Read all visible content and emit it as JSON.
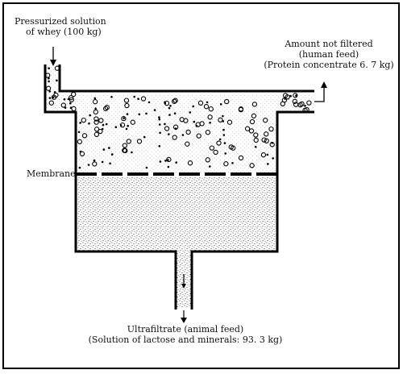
{
  "labels": {
    "inlet_line1": "Pressurized solution",
    "inlet_line2": "of whey (100 kg)",
    "retentate_line1": "Amount not filtered",
    "retentate_line2": "(human feed)",
    "retentate_line3": "(Protein concentrate 6. 7 kg)",
    "membrane": "Membrane",
    "outlet_line1": "Ultrafiltrate (animal feed)",
    "outlet_line2": "(Solution of lactose and minerals: 93. 3 kg)"
  },
  "colors": {
    "ink": "#111111",
    "background": "#ffffff"
  }
}
